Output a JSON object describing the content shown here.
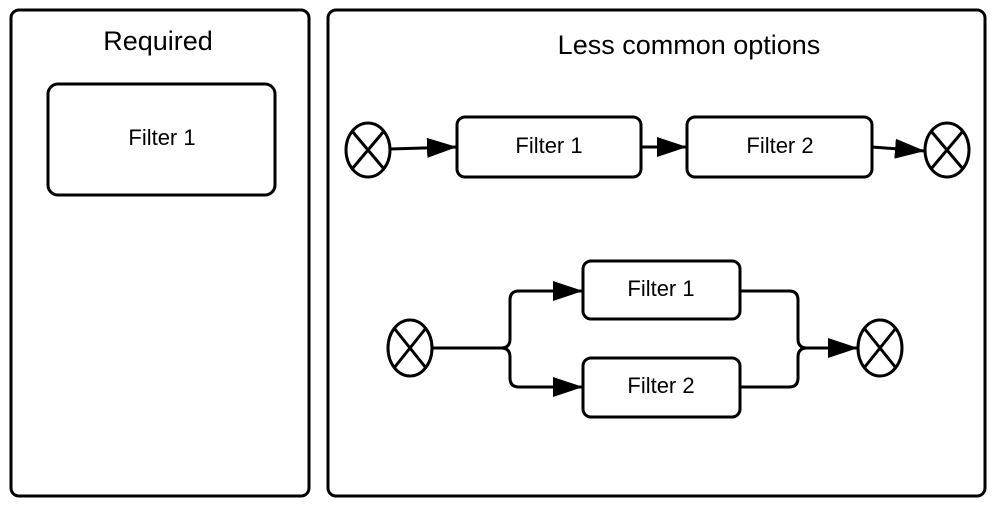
{
  "panels": {
    "required": {
      "title": "Required"
    },
    "less_common": {
      "title": "Less common options"
    }
  },
  "required_flow": {
    "filter": "Filter 1"
  },
  "series_flow": {
    "first": "Filter 1",
    "second": "Filter 2"
  },
  "parallel_flow": {
    "top": "Filter 1",
    "bottom": "Filter 2"
  },
  "icons": {
    "terminal": "circle-x-icon",
    "arrow": "arrowhead-icon"
  },
  "colors": {
    "stroke": "#000000",
    "background": "#ffffff"
  }
}
